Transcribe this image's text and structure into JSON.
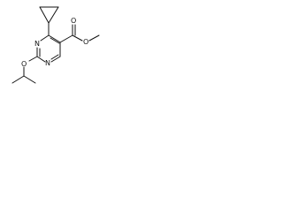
{
  "structure": {
    "atoms": {
      "ester_carbonyl_o": "O",
      "ester_ether_o": "O",
      "ring_n_top": "N",
      "ring_n_bottom": "N",
      "isopropoxy_o": "O"
    },
    "colors": {
      "bond": "#111111",
      "label": "#111111",
      "background": "#ffffff"
    }
  }
}
